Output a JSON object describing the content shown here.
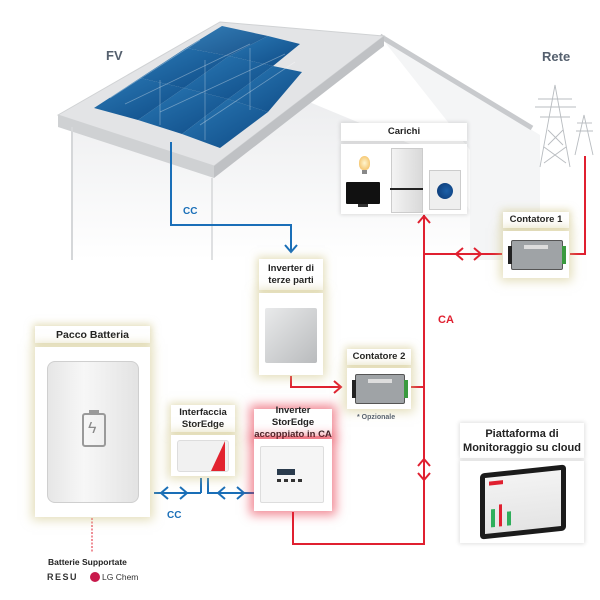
{
  "labels": {
    "pv": "FV",
    "grid": "Rete",
    "dc_top": "CC",
    "dc_bottom": "CC",
    "ac": "CA"
  },
  "components": {
    "loads": {
      "title": "Carichi"
    },
    "meter1": {
      "title": "Contatore 1"
    },
    "meter2": {
      "title": "Contatore 2",
      "note": "* Opzionale"
    },
    "third_party_inverter": {
      "title_line1": "Inverter di",
      "title_line2": "terze parti"
    },
    "battery_pack": {
      "title": "Pacco Batteria"
    },
    "storedge_interface": {
      "title_line1": "Interfaccia",
      "title_line2": "StorEdge"
    },
    "storedge_inverter": {
      "title_line1": "Inverter StorEdge",
      "title_line2": "accoppiato in CA"
    },
    "cloud_platform": {
      "title_line1": "Piattaforma di",
      "title_line2": "Monitoraggio su cloud"
    }
  },
  "supported_batteries": {
    "title": "Batterie Supportate",
    "brands": [
      "RESU",
      "LG Chem"
    ]
  },
  "colors": {
    "dc_line": "#1a6fb8",
    "ac_line": "#e02030",
    "glow": "#cdc382",
    "panel": "#1e5d95"
  }
}
